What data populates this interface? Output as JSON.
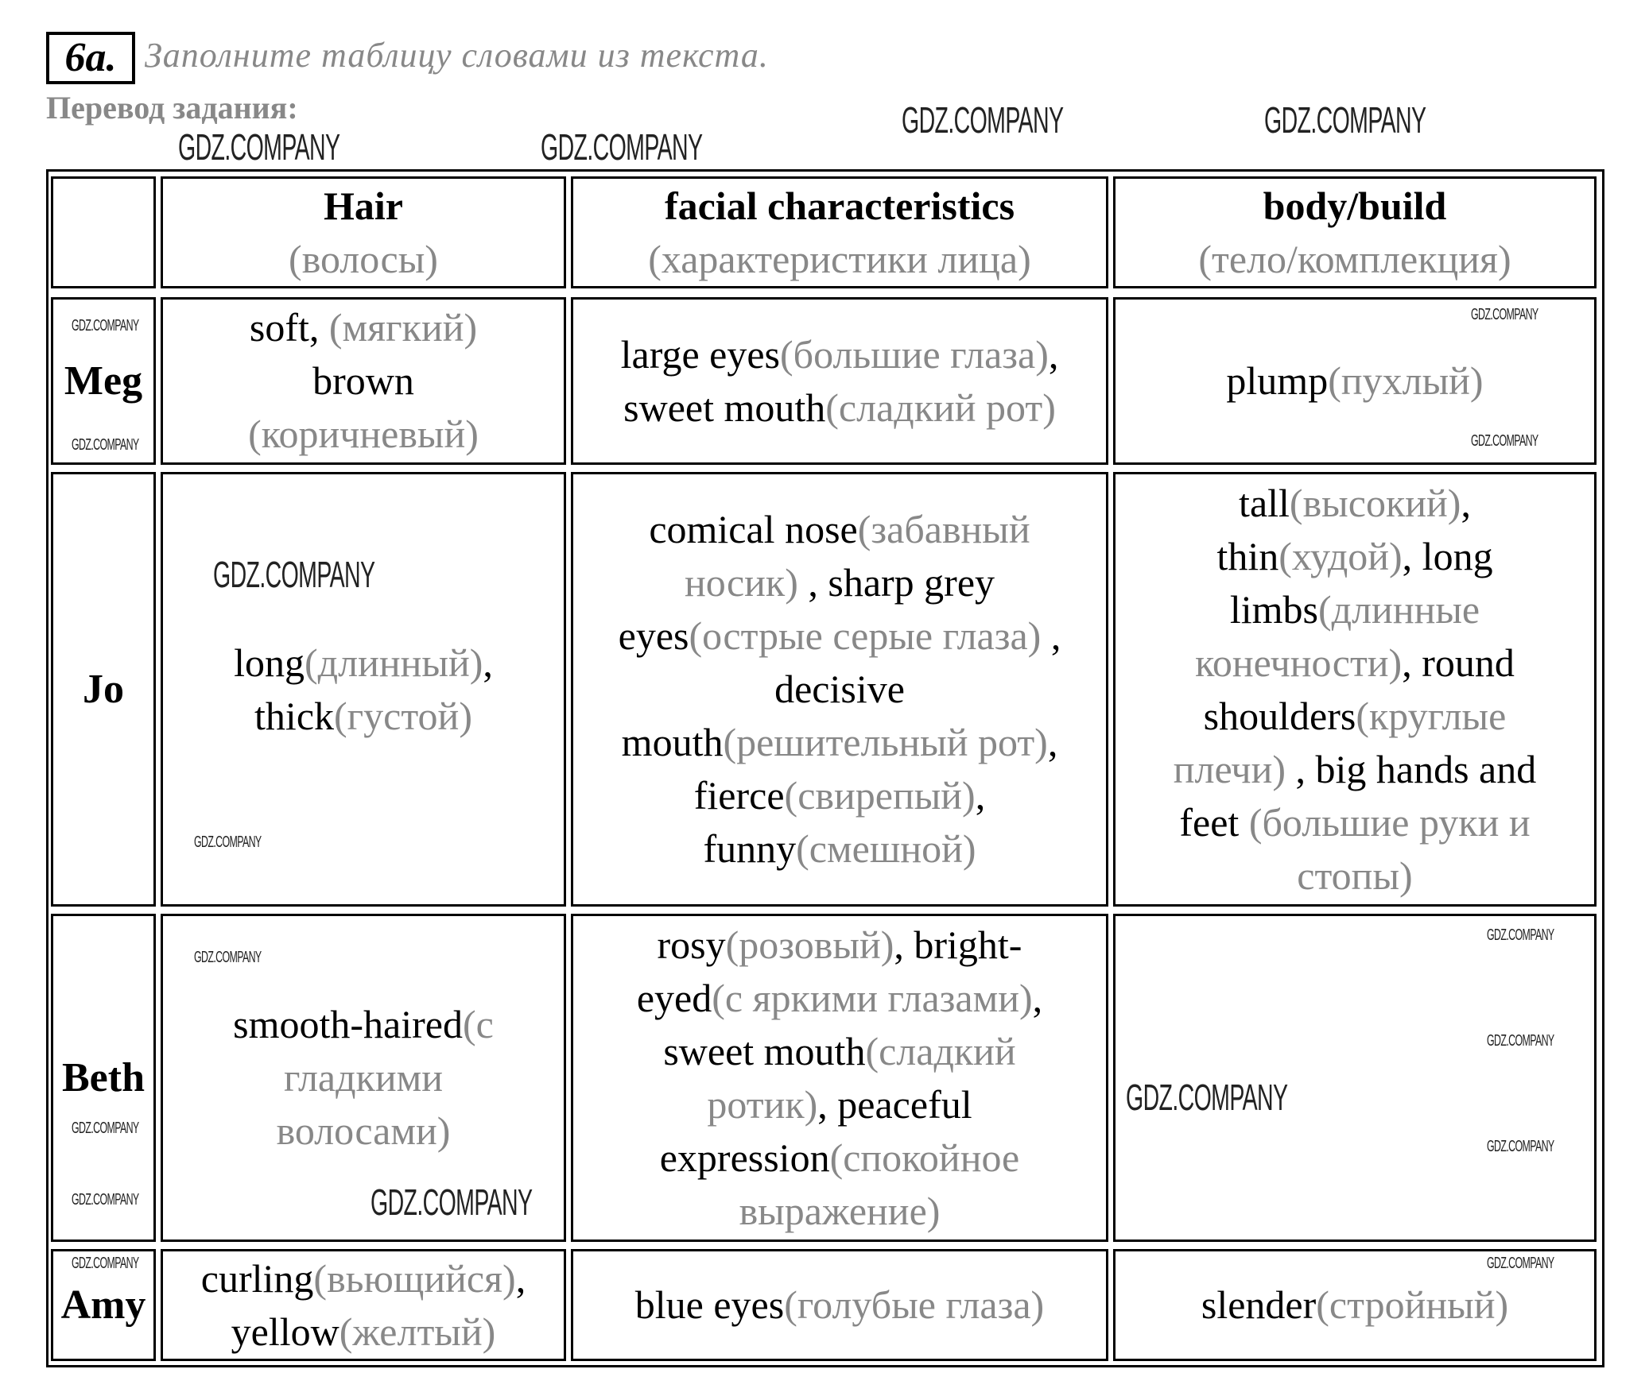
{
  "task": {
    "number": "6a.",
    "instruction": "Заполните таблицу словами из текста.",
    "translation_label": "Перевод задания:"
  },
  "watermark": "GDZ.COMPANY",
  "table": {
    "headers": [
      {
        "en": "",
        "ru": ""
      },
      {
        "en": "Hair",
        "ru": "(волосы)"
      },
      {
        "en": "facial characteristics",
        "ru": "(характеристики лица)"
      },
      {
        "en": "body/build",
        "ru": "(тело/комплекция)"
      }
    ],
    "rows": [
      {
        "name": "Meg",
        "cells": [
          [
            [
              [
                "soft, ",
                "b"
              ],
              [
                "(мягкий)",
                "g"
              ]
            ],
            [
              [
                "brown",
                "b"
              ]
            ],
            [
              [
                "(коричневый)",
                "g"
              ]
            ]
          ],
          [
            [
              [
                "large eyes",
                "b"
              ],
              [
                "(большие глаза)",
                "g"
              ],
              [
                ",",
                "b"
              ]
            ],
            [
              [
                "sweet mouth",
                "b"
              ],
              [
                "(сладкий рот)",
                "g"
              ]
            ]
          ],
          [
            [
              [
                "plump",
                "b"
              ],
              [
                "(пухлый)",
                "g"
              ]
            ]
          ]
        ]
      },
      {
        "name": "Jo",
        "cells": [
          [
            [
              [
                "long",
                "b"
              ],
              [
                "(длинный)",
                "g"
              ],
              [
                ",",
                "b"
              ]
            ],
            [
              [
                "thick",
                "b"
              ],
              [
                "(густой)",
                "g"
              ]
            ]
          ],
          [
            [
              [
                "comical nose",
                "b"
              ],
              [
                "(забавный",
                "g"
              ]
            ],
            [
              [
                "носик)",
                "g"
              ],
              [
                " , sharp grey",
                "b"
              ]
            ],
            [
              [
                "eyes",
                "b"
              ],
              [
                "(острые серые глаза)",
                "g"
              ],
              [
                " ,",
                "b"
              ]
            ],
            [
              [
                "decisive",
                "b"
              ]
            ],
            [
              [
                "mouth",
                "b"
              ],
              [
                "(решительный рот)",
                "g"
              ],
              [
                ",",
                "b"
              ]
            ],
            [
              [
                "fierce",
                "b"
              ],
              [
                "(свирепый)",
                "g"
              ],
              [
                ",",
                "b"
              ]
            ],
            [
              [
                "funny",
                "b"
              ],
              [
                "(смешной)",
                "g"
              ]
            ]
          ],
          [
            [
              [
                "tall",
                "b"
              ],
              [
                "(высокий)",
                "g"
              ],
              [
                ",",
                "b"
              ]
            ],
            [
              [
                "thin",
                "b"
              ],
              [
                "(худой)",
                "g"
              ],
              [
                ", long",
                "b"
              ]
            ],
            [
              [
                "limbs",
                "b"
              ],
              [
                "(длинные",
                "g"
              ]
            ],
            [
              [
                "конечности)",
                "g"
              ],
              [
                ", round",
                "b"
              ]
            ],
            [
              [
                "shoulders",
                "b"
              ],
              [
                "(круглые",
                "g"
              ]
            ],
            [
              [
                "плечи)",
                "g"
              ],
              [
                " , big hands and",
                "b"
              ]
            ],
            [
              [
                "feet ",
                "b"
              ],
              [
                "(большие руки и",
                "g"
              ]
            ],
            [
              [
                "стопы)",
                "g"
              ]
            ]
          ]
        ]
      },
      {
        "name": "Beth",
        "cells": [
          [
            [
              [
                "smooth-haired",
                "b"
              ],
              [
                "(с",
                "g"
              ]
            ],
            [
              [
                "гладкими",
                "g"
              ]
            ],
            [
              [
                "волосами)",
                "g"
              ]
            ]
          ],
          [
            [
              [
                "rosy",
                "b"
              ],
              [
                "(розовый)",
                "g"
              ],
              [
                ", bright-",
                "b"
              ]
            ],
            [
              [
                "eyed",
                "b"
              ],
              [
                "(с яркими глазами)",
                "g"
              ],
              [
                ",",
                "b"
              ]
            ],
            [
              [
                "sweet mouth",
                "b"
              ],
              [
                "(сладкий",
                "g"
              ]
            ],
            [
              [
                "ротик)",
                "g"
              ],
              [
                ", peaceful",
                "b"
              ]
            ],
            [
              [
                "expression",
                "b"
              ],
              [
                "(спокойное",
                "g"
              ]
            ],
            [
              [
                "выражение)",
                "g"
              ]
            ]
          ],
          []
        ]
      },
      {
        "name": "Amy",
        "cells": [
          [
            [
              [
                "curling",
                "b"
              ],
              [
                "(вьющийся)",
                "g"
              ],
              [
                ",",
                "b"
              ]
            ],
            [
              [
                "yellow",
                "b"
              ],
              [
                "(желтый)",
                "g"
              ]
            ]
          ],
          [
            [
              [
                "blue eyes",
                "b"
              ],
              [
                "(голубые глаза)",
                "g"
              ]
            ]
          ],
          [
            [
              [
                "slender",
                "b"
              ],
              [
                "(стройный)",
                "g"
              ]
            ]
          ]
        ]
      }
    ]
  }
}
